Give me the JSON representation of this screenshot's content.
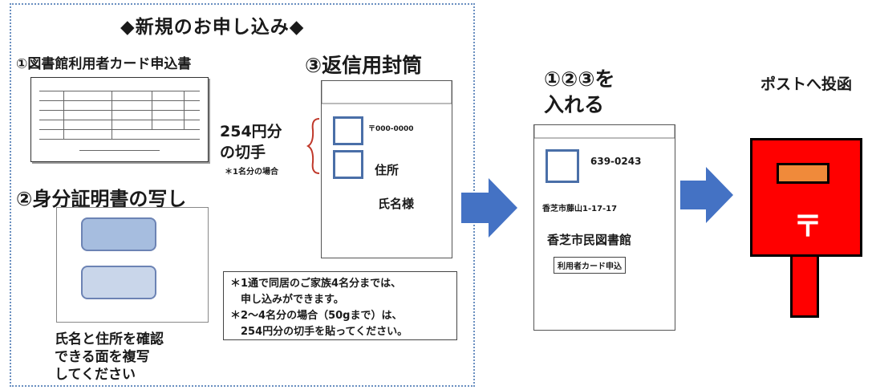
{
  "left_panel": {
    "title": "◆新規のお申し込み◆",
    "item1_label": "①図書館利用者カード申込書",
    "item2_label": "②身分証明書の写し",
    "item2_note": [
      "氏名と住所を確認",
      "できる面を複写",
      "してください"
    ],
    "item3_label": "③返信用封筒",
    "stamp_label": [
      "254円分",
      "の切手"
    ],
    "stamp_note": "＊1名分の場合",
    "return_envelope": {
      "postal": "〒000-0000",
      "address": "住所",
      "name": "氏名様"
    },
    "info_box": [
      "＊1通で同居のご家族4名分までは、",
      "　申し込みができます。",
      "＊2～4名分の場合（50gまで）は、",
      "　254円分の切手を貼ってください。"
    ]
  },
  "step": {
    "label": [
      "①②③を",
      "入れる"
    ]
  },
  "main_envelope": {
    "postal": "639-0243",
    "address": "香芝市藤山1-17-17",
    "recipient": "香芝市民図書館",
    "tag": "利用者カード申込"
  },
  "post": {
    "title": "ポストへ投函",
    "mark": "〒"
  },
  "colors": {
    "arrow": "#4472c4",
    "postbox": "#ff0000",
    "slot": "#f08a3a",
    "stamp_border": "#4a6fa8"
  }
}
